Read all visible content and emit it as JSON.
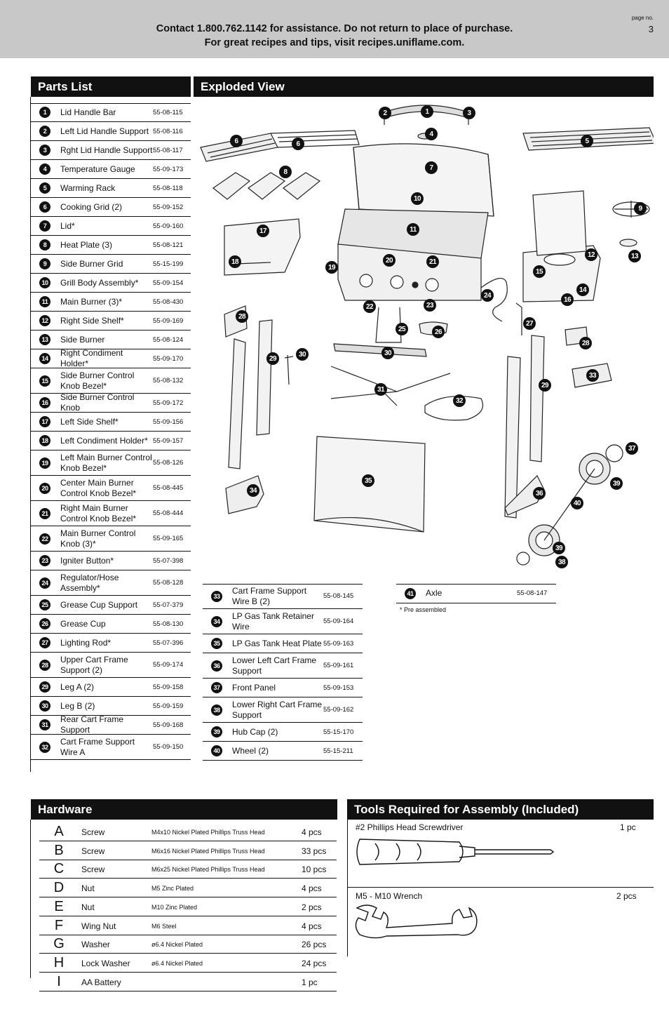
{
  "header": {
    "contact_line1": "Contact 1.800.762.1142 for assistance. Do not return to place of purchase.",
    "contact_line2": "For great recipes and tips, visit recipes.uniflame.com.",
    "page_label": "page no.",
    "page_number": "3"
  },
  "parts_title": "Parts List",
  "exploded_title": "Exploded View",
  "parts_col1": [
    {
      "no": "1",
      "name": "Lid Handle Bar",
      "part": "55-08-115"
    },
    {
      "no": "2",
      "name": "Left Lid Handle Support",
      "part": "55-08-116"
    },
    {
      "no": "3",
      "name": "Rght Lid Handle Support",
      "part": "55-08-117"
    },
    {
      "no": "4",
      "name": "Temperature Gauge",
      "part": "55-09-173"
    },
    {
      "no": "5",
      "name": "Warming Rack",
      "part": "55-08-118"
    },
    {
      "no": "6",
      "name": "Cooking Grid (2)",
      "part": "55-09-152"
    },
    {
      "no": "7",
      "name": "Lid*",
      "part": "55-09-160"
    },
    {
      "no": "8",
      "name": "Heat Plate (3)",
      "part": "55-08-121"
    },
    {
      "no": "9",
      "name": "Side Burner Grid",
      "part": "55-15-199"
    },
    {
      "no": "10",
      "name": "Grill Body Assembly*",
      "part": "55-09-154"
    },
    {
      "no": "11",
      "name": "Main Burner (3)*",
      "part": "55-08-430"
    },
    {
      "no": "12",
      "name": "Right Side Shelf*",
      "part": "55-09-169"
    },
    {
      "no": "13",
      "name": "Side Burner",
      "part": "55-08-124"
    },
    {
      "no": "14",
      "name": "Right Condiment Holder*",
      "part": "55-09-170"
    },
    {
      "no": "15",
      "name": "Side Burner Control Knob Bezel*",
      "part": "55-08-132"
    },
    {
      "no": "16",
      "name": "Side Burner Control Knob",
      "part": "55-09-172"
    },
    {
      "no": "17",
      "name": "Left Side Shelf*",
      "part": "55-09-156"
    },
    {
      "no": "18",
      "name": "Left Condiment Holder*",
      "part": "55-09-157"
    },
    {
      "no": "19",
      "name": "Left Main Burner Control Knob Bezel*",
      "part": "55-08-126"
    },
    {
      "no": "20",
      "name": "Center Main Burner Control Knob Bezel*",
      "part": "55-08-445"
    },
    {
      "no": "21",
      "name": "Right Main Burner Control Knob Bezel*",
      "part": "55-08-444"
    },
    {
      "no": "22",
      "name": "Main Burner Control Knob (3)*",
      "part": "55-09-165"
    },
    {
      "no": "23",
      "name": "Igniter Button*",
      "part": "55-07-398"
    },
    {
      "no": "24",
      "name": "Regulator/Hose Assembly*",
      "part": "55-08-128"
    },
    {
      "no": "25",
      "name": "Grease Cup Support",
      "part": "55-07-379"
    },
    {
      "no": "26",
      "name": "Grease Cup",
      "part": "55-08-130"
    },
    {
      "no": "27",
      "name": "Lighting Rod*",
      "part": "55-07-396"
    },
    {
      "no": "28",
      "name": "Upper Cart Frame Support (2)",
      "part": "55-09-174"
    },
    {
      "no": "29",
      "name": "Leg A (2)",
      "part": "55-09-158"
    },
    {
      "no": "30",
      "name": "Leg B (2)",
      "part": "55-09-159"
    },
    {
      "no": "31",
      "name": "Rear Cart Frame Support",
      "part": "55-09-168"
    },
    {
      "no": "32",
      "name": "Cart Frame Support Wire A",
      "part": "55-09-150"
    }
  ],
  "parts_col2": [
    {
      "no": "33",
      "name": "Cart Frame Support Wire B (2)",
      "part": "55-08-145"
    },
    {
      "no": "34",
      "name": "LP Gas Tank Retainer Wire",
      "part": "55-09-164"
    },
    {
      "no": "35",
      "name": "LP Gas Tank Heat Plate",
      "part": "55-09-163"
    },
    {
      "no": "36",
      "name": "Lower Left Cart Frame Support",
      "part": "55-09-161"
    },
    {
      "no": "37",
      "name": "Front Panel",
      "part": "55-09-153"
    },
    {
      "no": "38",
      "name": "Lower Right Cart Frame Support",
      "part": "55-09-162"
    },
    {
      "no": "39",
      "name": "Hub Cap (2)",
      "part": "55-15-170"
    },
    {
      "no": "40",
      "name": "Wheel (2)",
      "part": "55-15-211"
    }
  ],
  "parts_col3": [
    {
      "no": "41",
      "name": "Axle",
      "part": "55-08-147"
    }
  ],
  "pre_assembled_note": "* Pre assembled",
  "callouts": [
    "1",
    "2",
    "3",
    "4",
    "5",
    "6",
    "6",
    "7",
    "8",
    "9",
    "10",
    "11",
    "12",
    "13",
    "14",
    "15",
    "16",
    "17",
    "18",
    "19",
    "20",
    "21",
    "22",
    "23",
    "24",
    "25",
    "26",
    "27",
    "28",
    "28",
    "29",
    "29",
    "30",
    "30",
    "31",
    "32",
    "33",
    "34",
    "35",
    "36",
    "37",
    "38",
    "39",
    "39",
    "40",
    "40",
    "41"
  ],
  "hardware_title": "Hardware",
  "hardware": [
    {
      "letter": "A",
      "name": "Screw",
      "desc": "M4x10 Nickel Plated Phillips Truss Head",
      "qty": "4 pcs"
    },
    {
      "letter": "B",
      "name": "Screw",
      "desc": "M6x16 Nickel Plated Phillips Truss Head",
      "qty": "33 pcs"
    },
    {
      "letter": "C",
      "name": "Screw",
      "desc": "M6x25 Nickel Plated Phillips Truss Head",
      "qty": "10 pcs"
    },
    {
      "letter": "D",
      "name": "Nut",
      "desc": "M5 Zinc Plated",
      "qty": "4 pcs"
    },
    {
      "letter": "E",
      "name": "Nut",
      "desc": "M10 Zinc Plated",
      "qty": "2 pcs"
    },
    {
      "letter": "F",
      "name": "Wing Nut",
      "desc": "M6 Steel",
      "qty": "4 pcs"
    },
    {
      "letter": "G",
      "name": "Washer",
      "desc": "ø6.4 Nickel Plated",
      "qty": "26 pcs"
    },
    {
      "letter": "H",
      "name": "Lock Washer",
      "desc": "ø6.4 Nickel Plated",
      "qty": "24 pcs"
    },
    {
      "letter": "I",
      "name": "AA Battery",
      "desc": "",
      "qty": "1 pc"
    }
  ],
  "tools_title": "Tools Required for Assembly (Included)",
  "tools": [
    {
      "name": "#2 Phillips Head Screwdriver",
      "qty": "1 pc"
    },
    {
      "name": "M5 - M10 Wrench",
      "qty": "2 pcs"
    }
  ]
}
